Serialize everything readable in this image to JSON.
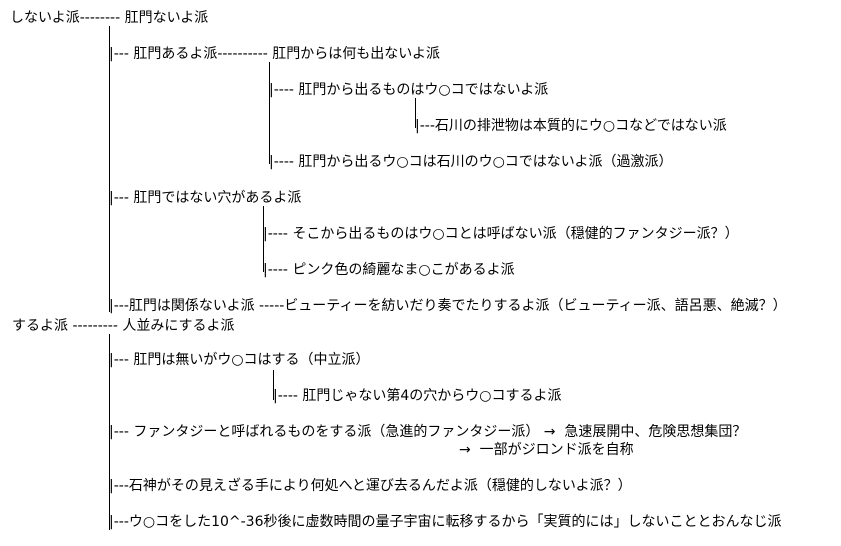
{
  "lines": [
    {
      "id": "l01",
      "text": "しないよ派-------- 肛門ないよ派"
    },
    {
      "id": "l02",
      "text": "|--- 肛門あるよ派---------- 肛門からは何も出ないよ派"
    },
    {
      "id": "l03",
      "text": "|---- 肛門から出るものはウ○コではないよ派"
    },
    {
      "id": "l04",
      "text": "|---石川の排泄物は本質的にウ○コなどではない派"
    },
    {
      "id": "l05",
      "text": "|---- 肛門から出るウ○コは石川のウ○コではないよ派（過激派）"
    },
    {
      "id": "l06",
      "text": "|--- 肛門ではない穴があるよ派"
    },
    {
      "id": "l07",
      "text": "|---- そこから出るものはウ○コとは呼ばない派（穏健的ファンタジー派？）"
    },
    {
      "id": "l08",
      "text": "|---- ピンク色の綺麗なま○こがあるよ派"
    },
    {
      "id": "l09",
      "text": "|---肛門は関係ないよ派 -----ビューティーを紡いだり奏でたりするよ派（ビューティー派、語呂悪、絶滅？）"
    },
    {
      "id": "l10",
      "text": "するよ派 --------- 人並みにするよ派"
    },
    {
      "id": "l11",
      "text": "|--- 肛門は無いがウ○コはする（中立派）"
    },
    {
      "id": "l12",
      "text": "|---- 肛門じゃない第4の穴からウ○コするよ派"
    },
    {
      "id": "l13",
      "text": "|--- ファンタジーと呼ばれるものをする派（急進的ファンタジー派） →  急速展開中、危険思想集団？"
    },
    {
      "id": "l14",
      "text": "→  一部がジロンド派を自称"
    },
    {
      "id": "l15",
      "text": "|---石神がその見えざる手により何処へと運び去るんだよ派（穏健的しないよ派？）"
    },
    {
      "id": "l16",
      "text": "|---ウ○コをした10^-36秒後に虚数時間の量子宇宙に転移するから「実質的には」しないこととおんなじ派"
    }
  ]
}
